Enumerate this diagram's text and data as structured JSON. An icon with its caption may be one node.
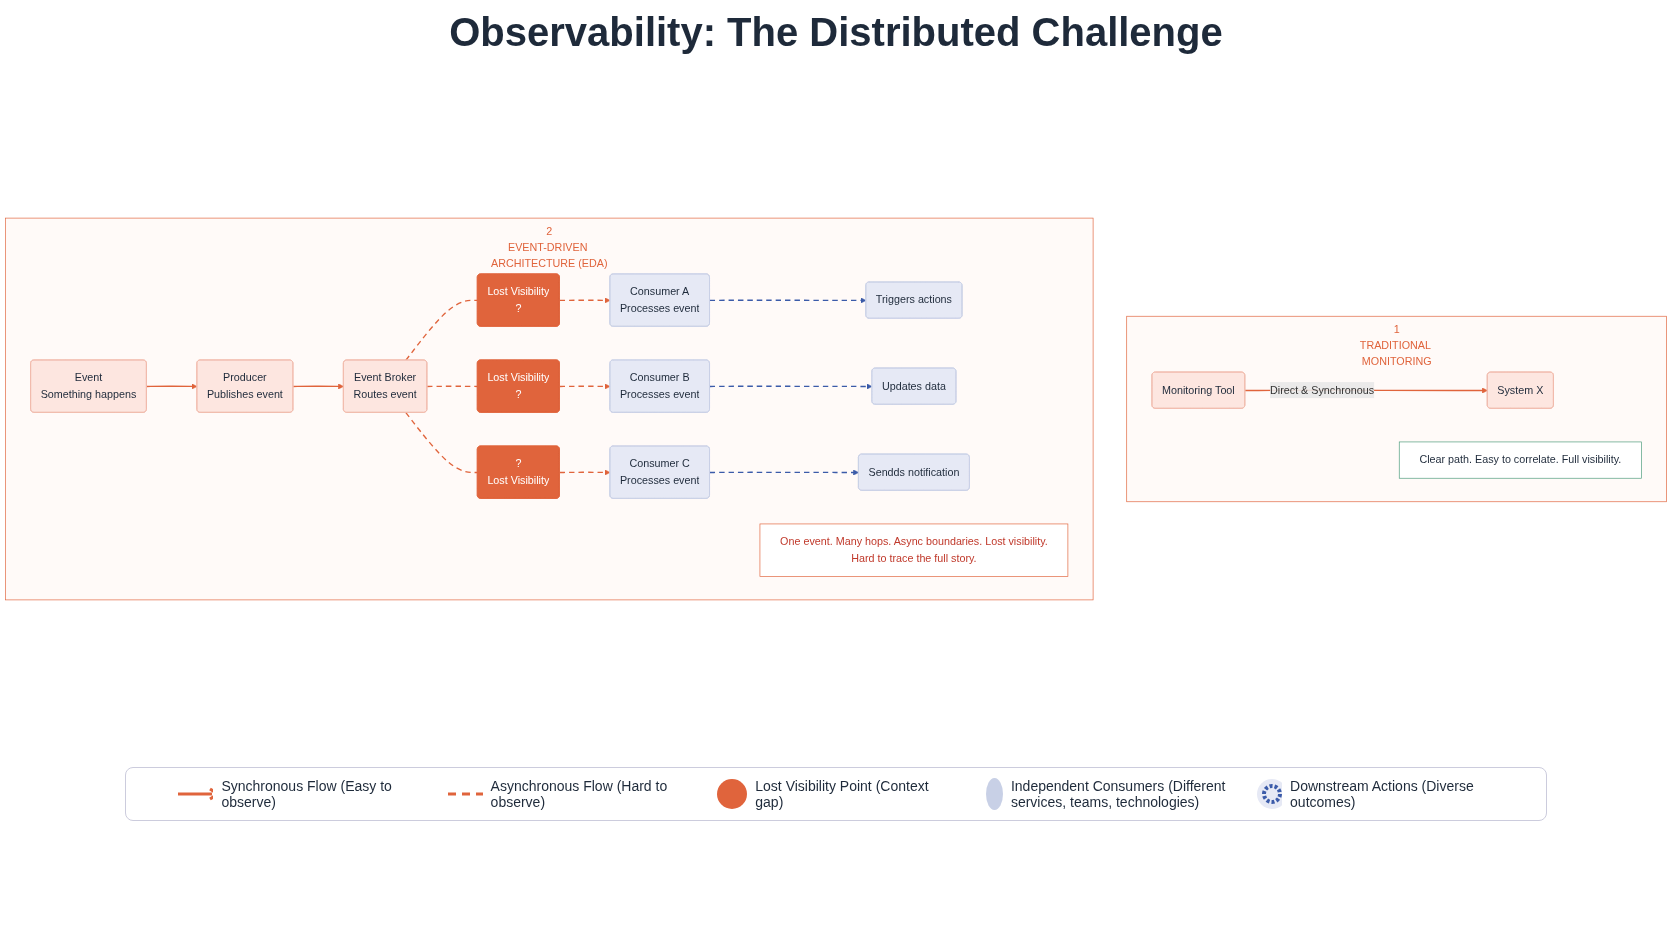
{
  "diagram": {
    "title": "Observability: The Distributed Challenge",
    "nodes": [
      {
        "text": [
          "1",
          "TRADITIONAL MONITORING"
        ]
      },
      {
        "text": [
          "Monitoring Tool"
        ],
        "in": 0
      },
      {
        "text": [
          "System X"
        ],
        "in": 0
      },
      {
        "text": [
          "Clear path. Easy to correlate. Full visibility."
        ],
        "in": 0
      },
      {
        "text": [
          "2",
          "EVENT-DRIVEN ARCHITECTURE (EDA)"
        ]
      },
      {
        "text": [
          "Event",
          "Something happens"
        ],
        "in": 4
      },
      {
        "text": [
          "Producer",
          "Publishes event"
        ],
        "in": 4
      },
      {
        "text": [
          "Event Broker",
          "Routes event"
        ],
        "in": 4
      },
      {
        "text": [
          "Lost Visibility",
          "?"
        ],
        "in": 4
      },
      {
        "text": [
          "Consumer A",
          "Processes event"
        ],
        "in": 4
      },
      {
        "text": [
          "Triggers actions"
        ],
        "in": 4
      },
      {
        "text": [
          "Lost Visibility",
          "?"
        ],
        "in": 4
      },
      {
        "text": [
          "Consumer B",
          "Processes event"
        ],
        "in": 4
      },
      {
        "text": [
          "Updates data"
        ],
        "in": 4
      },
      {
        "text": [
          "?",
          "Lost Visibility"
        ],
        "in": 4
      },
      {
        "text": [
          "Consumer C",
          "Processes event"
        ],
        "in": 4
      },
      {
        "text": [
          "Sendds notification"
        ],
        "in": 4
      },
      {
        "text": [
          "One event. Many hops. Async boundaries. Lost visibility.",
          "Hard to trace the full story."
        ],
        "in": 4
      }
    ],
    "edges": [
      {
        "from": 1,
        "to": 2,
        "arrow": "to",
        "label": "Direct & Synchronous"
      },
      {
        "from": 5,
        "to": 6,
        "arrow": "to"
      },
      {
        "from": 6,
        "to": 7,
        "arrow": "to"
      },
      {
        "from": 7,
        "to": 8,
        "arrow": "none",
        "style": "dashed"
      },
      {
        "from": 8,
        "to": 9,
        "arrow": "to",
        "style": "dashed"
      },
      {
        "from": 9,
        "to": 10,
        "arrow": "to",
        "style": "dashed",
        "color": "#3b5ba9"
      },
      {
        "from": 7,
        "to": 11,
        "arrow": "none",
        "style": "dashed"
      },
      {
        "from": 11,
        "to": 12,
        "arrow": "to",
        "style": "dashed"
      },
      {
        "from": 12,
        "to": 13,
        "arrow": "to",
        "style": "dashed",
        "color": "#3b5ba9"
      },
      {
        "from": 7,
        "to": 14,
        "arrow": "none",
        "style": "dashed"
      },
      {
        "from": 14,
        "to": 15,
        "arrow": "to",
        "style": "dashed"
      },
      {
        "from": 15,
        "to": 16,
        "arrow": "to",
        "style": "dashed",
        "color": "#3b5ba9"
      }
    ],
    "legend": [
      {
        "text": "Synchronous Flow (Easy to observe)"
      },
      {
        "text": "Asynchronous Flow (Hard to observe)"
      },
      {
        "text": "Lost Visibility Point (Context gap)"
      },
      {
        "text": "Independent Consumers (Different services, teams, technologies)",
        "color": "#c8d0e6"
      },
      {
        "text": "Downstream Actions (Diverse outcomes)"
      }
    ]
  }
}
